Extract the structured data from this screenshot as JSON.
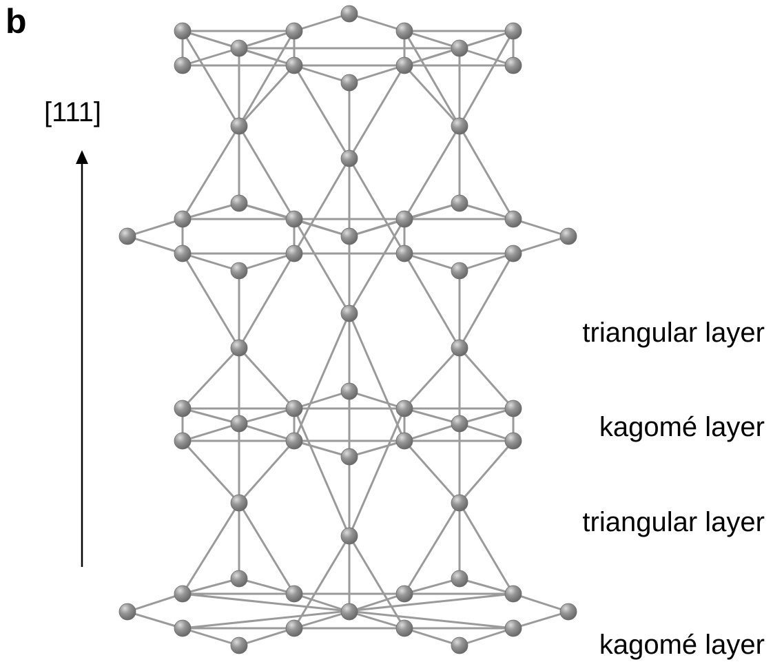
{
  "panel_label": "b",
  "direction_label": "[111]",
  "layer_labels": {
    "triangular_1": "triangular layer",
    "kagome_1": "kagomé layer",
    "triangular_2": "triangular layer",
    "kagome_2": "kagomé layer"
  },
  "colors": {
    "atom": "#8a8a8a",
    "atom_highlight": "#d9d9d9",
    "bond": "#9a9a9a",
    "text": "#000000"
  }
}
